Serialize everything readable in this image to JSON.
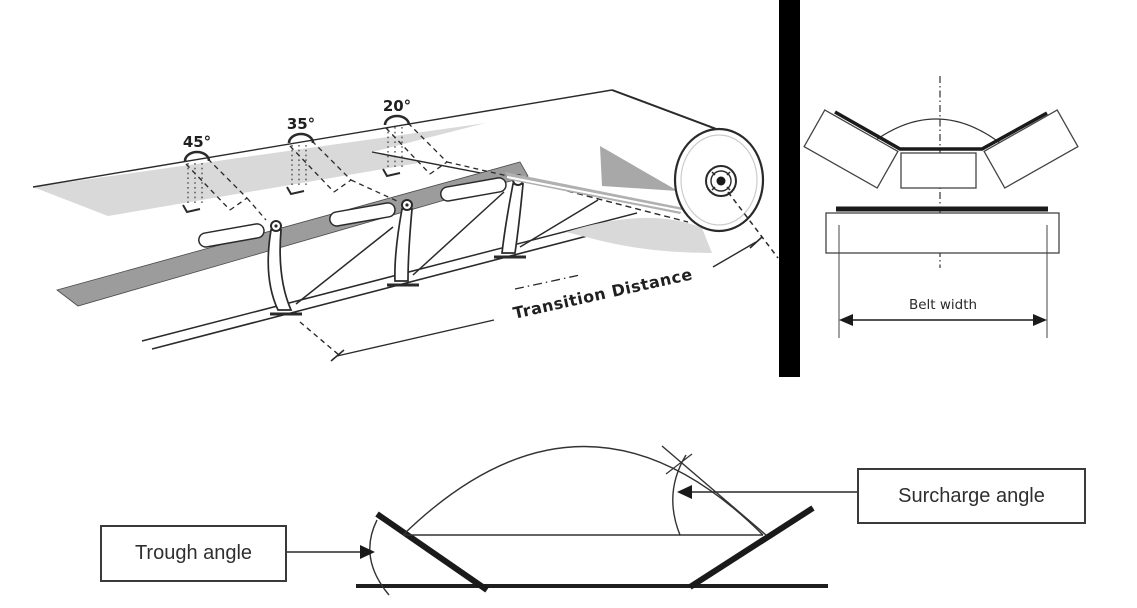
{
  "transition_illustration": {
    "idler_angle_labels": [
      "45°",
      "35°",
      "20°"
    ],
    "dimension_label": "Transition Distance"
  },
  "trough_cross_section": {
    "dimension_label": "Belt width"
  },
  "surcharge_diagram": {
    "trough_angle_label": "Trough angle",
    "surcharge_angle_label": "Surcharge angle"
  },
  "colors": {
    "line": "#222222",
    "light_gray": "#d9d9d9",
    "mid_gray": "#9c9c9c",
    "shadow_gray": "#a8a8a8",
    "divider_black": "#000000"
  }
}
